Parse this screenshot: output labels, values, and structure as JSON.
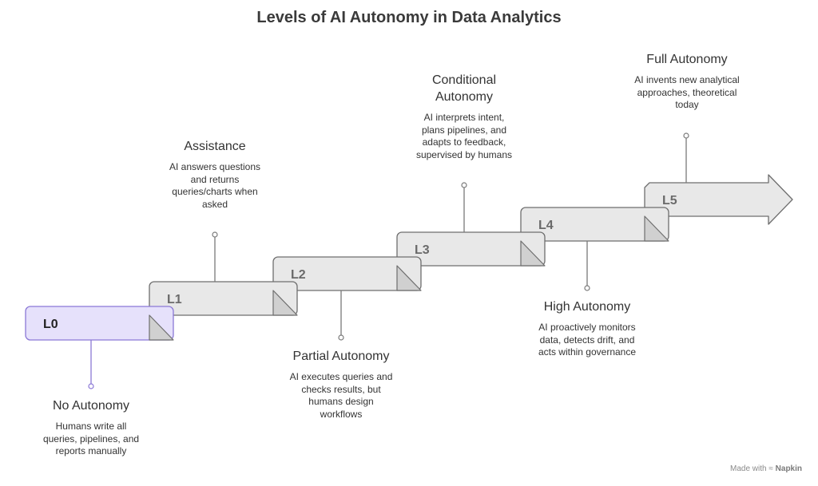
{
  "title": "Levels of AI Autonomy in Data Analytics",
  "levels": [
    {
      "code": "L0",
      "name": "No Autonomy",
      "desc": "Humans write all queries, pipelines, and reports manually"
    },
    {
      "code": "L1",
      "name": "Assistance",
      "desc": "AI answers questions and returns queries/charts when asked"
    },
    {
      "code": "L2",
      "name": "Partial Autonomy",
      "desc": "AI executes queries and checks results, but humans design workflows"
    },
    {
      "code": "L3",
      "name": "Conditional Autonomy",
      "desc": "AI interprets intent, plans pipelines, and adapts to feedback, supervised by humans"
    },
    {
      "code": "L4",
      "name": "High Autonomy",
      "desc": "AI proactively monitors data, detects drift, and acts within governance"
    },
    {
      "code": "L5",
      "name": "Full Autonomy",
      "desc": "AI invents new analytical approaches, theoretical today"
    }
  ],
  "colors": {
    "active_fill": "#e6e1fb",
    "active_stroke": "#8b78d6",
    "step_fill": "#e8e8e8",
    "step_stroke": "#6e6e6e",
    "fold_fill": "#d0d0d0",
    "text_dark": "#333333"
  },
  "watermark": {
    "prefix": "Made with",
    "brand": "Napkin"
  }
}
